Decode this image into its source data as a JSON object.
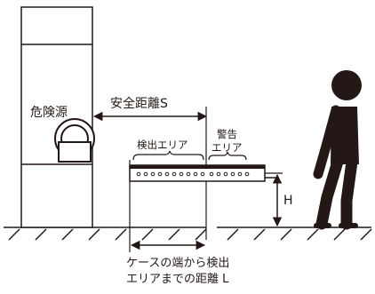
{
  "labels": {
    "hazard": "危険源",
    "safety_distance": "安全距離S",
    "detection_area": "検出エリア",
    "warning_area_line1": "警告",
    "warning_area_line2": "エリア",
    "height": "H",
    "caption_line1": "ケースの端から検出",
    "caption_line2": "エリアまでの距離  L"
  },
  "colors": {
    "ink": "#231815",
    "background": "#ffffff"
  }
}
